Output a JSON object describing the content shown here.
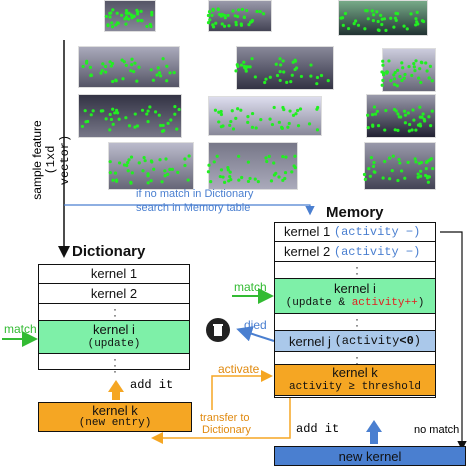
{
  "sample_label": "sample feature",
  "sample_sub": "(1xd vector)",
  "no_match_line1": "if no match in Dictionary",
  "no_match_line2": "search in Memory table",
  "memory": {
    "title": "Memory",
    "row1": {
      "name": "kernel 1",
      "note": "(activity −)"
    },
    "row2": {
      "name": "kernel 2",
      "note": "(activity −)"
    },
    "rowi": {
      "name": "kernel i",
      "note_a": "(update & ",
      "note_b": "activity++",
      "note_c": ")"
    },
    "rowj": {
      "name": "kernel j",
      "note_a": "(activity",
      "note_b": "<0",
      "note_c": ")"
    },
    "rowk": {
      "name": "kernel k",
      "note": "activity ≥ threshold"
    },
    "new_kernel": "new kernel",
    "add_it": "add it",
    "no_match": "no match",
    "match": "match",
    "died": "died",
    "activate": "activate"
  },
  "dictionary": {
    "title": "Dictionary",
    "row1": "kernel 1",
    "row2": "kernel 2",
    "rowi": "kernel i",
    "rowi_note": "(update)",
    "match": "match",
    "add_it": "add it",
    "new_entry_name": "kernel k",
    "new_entry_note": "(new entry)",
    "transfer_line1": "transfer to",
    "transfer_line2": "Dictionary"
  },
  "colors": {
    "green": "#7ef0a8",
    "orange": "#f5a623",
    "blue": "#aac8ea",
    "arrow_blue": "#4a7fd0",
    "arrow_green": "#33bb33",
    "arrow_orange": "#f5a623",
    "red": "#e02020"
  }
}
